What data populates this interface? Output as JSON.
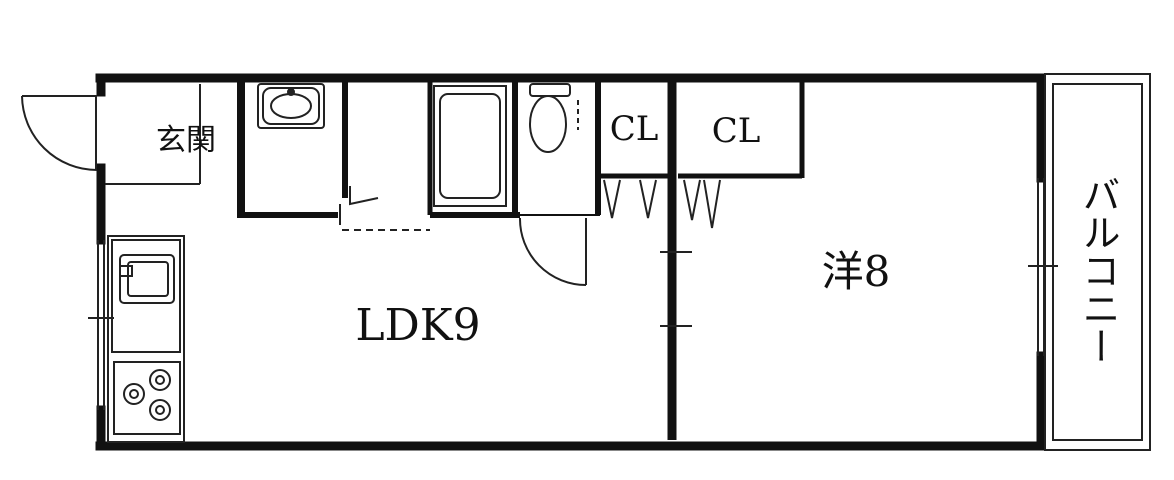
{
  "rooms": {
    "entrance": "玄関",
    "closet_left": "CL",
    "closet_right": "CL",
    "ldk": "LDK9",
    "western": "洋8",
    "balcony": "バルコニー"
  },
  "colors": {
    "wall": "#111111",
    "line": "#222222",
    "background": "#ffffff"
  }
}
